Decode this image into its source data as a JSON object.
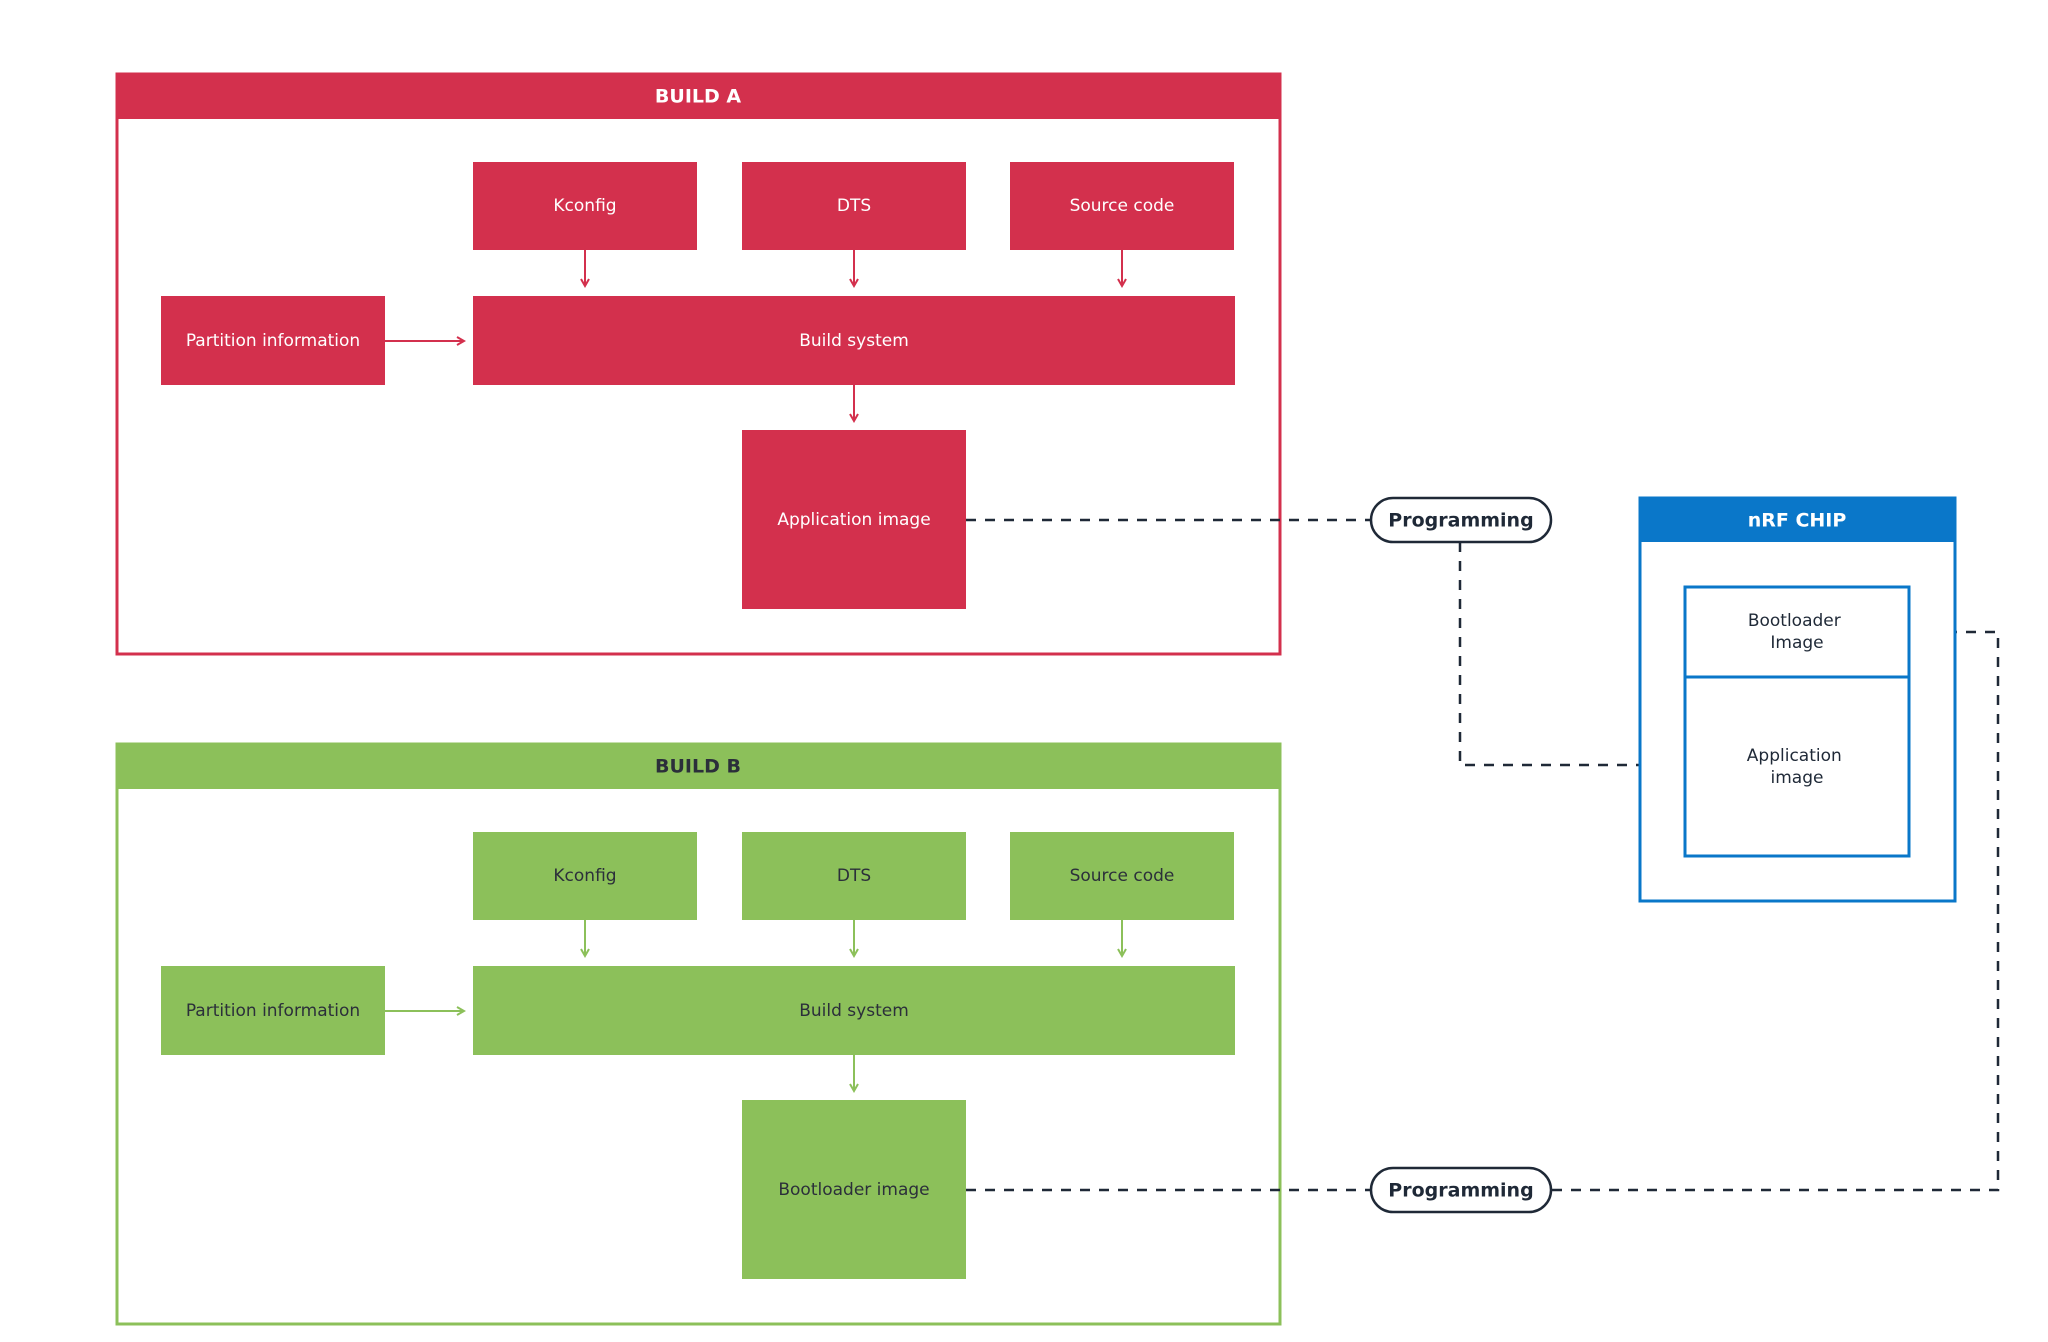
{
  "colors": {
    "build_a": "#d3304d",
    "build_b": "#8cc05a",
    "chip": "#0a77c9",
    "dashed": "#1f2937",
    "text_dark": "#2b2f3a",
    "text_light": "#ffffff"
  },
  "build_a": {
    "title": "BUILD A",
    "kconfig": "Kconfig",
    "dts": "DTS",
    "source_code": "Source code",
    "partition_info": "Partition information",
    "build_system": "Build system",
    "output_image": "Application image"
  },
  "build_b": {
    "title": "BUILD B",
    "kconfig": "Kconfig",
    "dts": "DTS",
    "source_code": "Source code",
    "partition_info": "Partition information",
    "build_system": "Build system",
    "output_image": "Bootloader image"
  },
  "programming": {
    "top_label": "Programming",
    "bottom_label": "Programming"
  },
  "chip": {
    "title": "nRF CHIP",
    "bootloader_line1": "Bootloader",
    "bootloader_line2": "Image",
    "application_line1": "Application",
    "application_line2": "image"
  }
}
